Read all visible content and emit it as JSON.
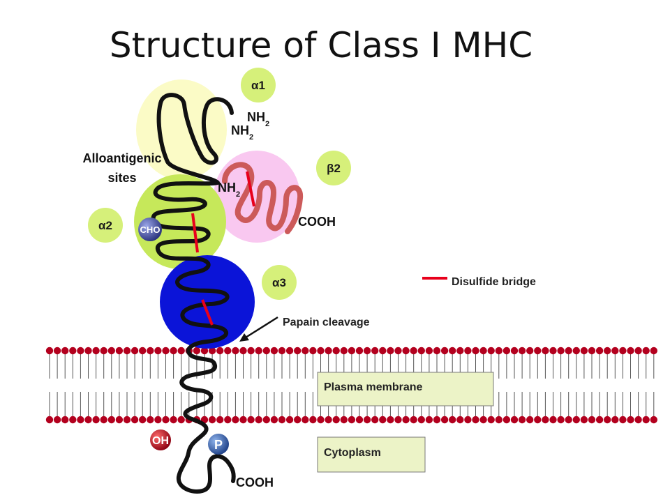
{
  "title": "Structure of Class I MHC",
  "domains": {
    "alpha1": "α1",
    "alpha2": "α2",
    "alpha3": "α3",
    "beta2": "β2"
  },
  "labels": {
    "alloantigenic_line1": "Alloantigenic",
    "alloantigenic_line2": "sites",
    "nh": "NH",
    "nh_sub": "2",
    "cooh_beta2": "COOH",
    "cooh_tail": "COOH",
    "cho": "CHO",
    "oh": "OH",
    "p": "P",
    "papain": "Papain cleavage",
    "plasma_membrane": "Plasma membrane",
    "cytoplasm": "Cytoplasm"
  },
  "legend": {
    "disulfide": "Disulfide bridge"
  },
  "colors": {
    "alpha1_fill": "#fbfbc6",
    "alpha2_fill": "#c6e85a",
    "alpha3_fill": "#0b14d8",
    "beta2_fill": "#f9c8f0",
    "label_circle_fill": "#d6f07a",
    "beta2_chain": "#cc5a5a",
    "disulfide": "#e8001c",
    "lipid_head": "#b3001e",
    "box_fill": "#ecf3c7",
    "box_border": "#7a7a7a",
    "cho_fill": "#3a4aa8",
    "p_fill": "#2f62b5",
    "oh_fill": "#c0001a"
  }
}
